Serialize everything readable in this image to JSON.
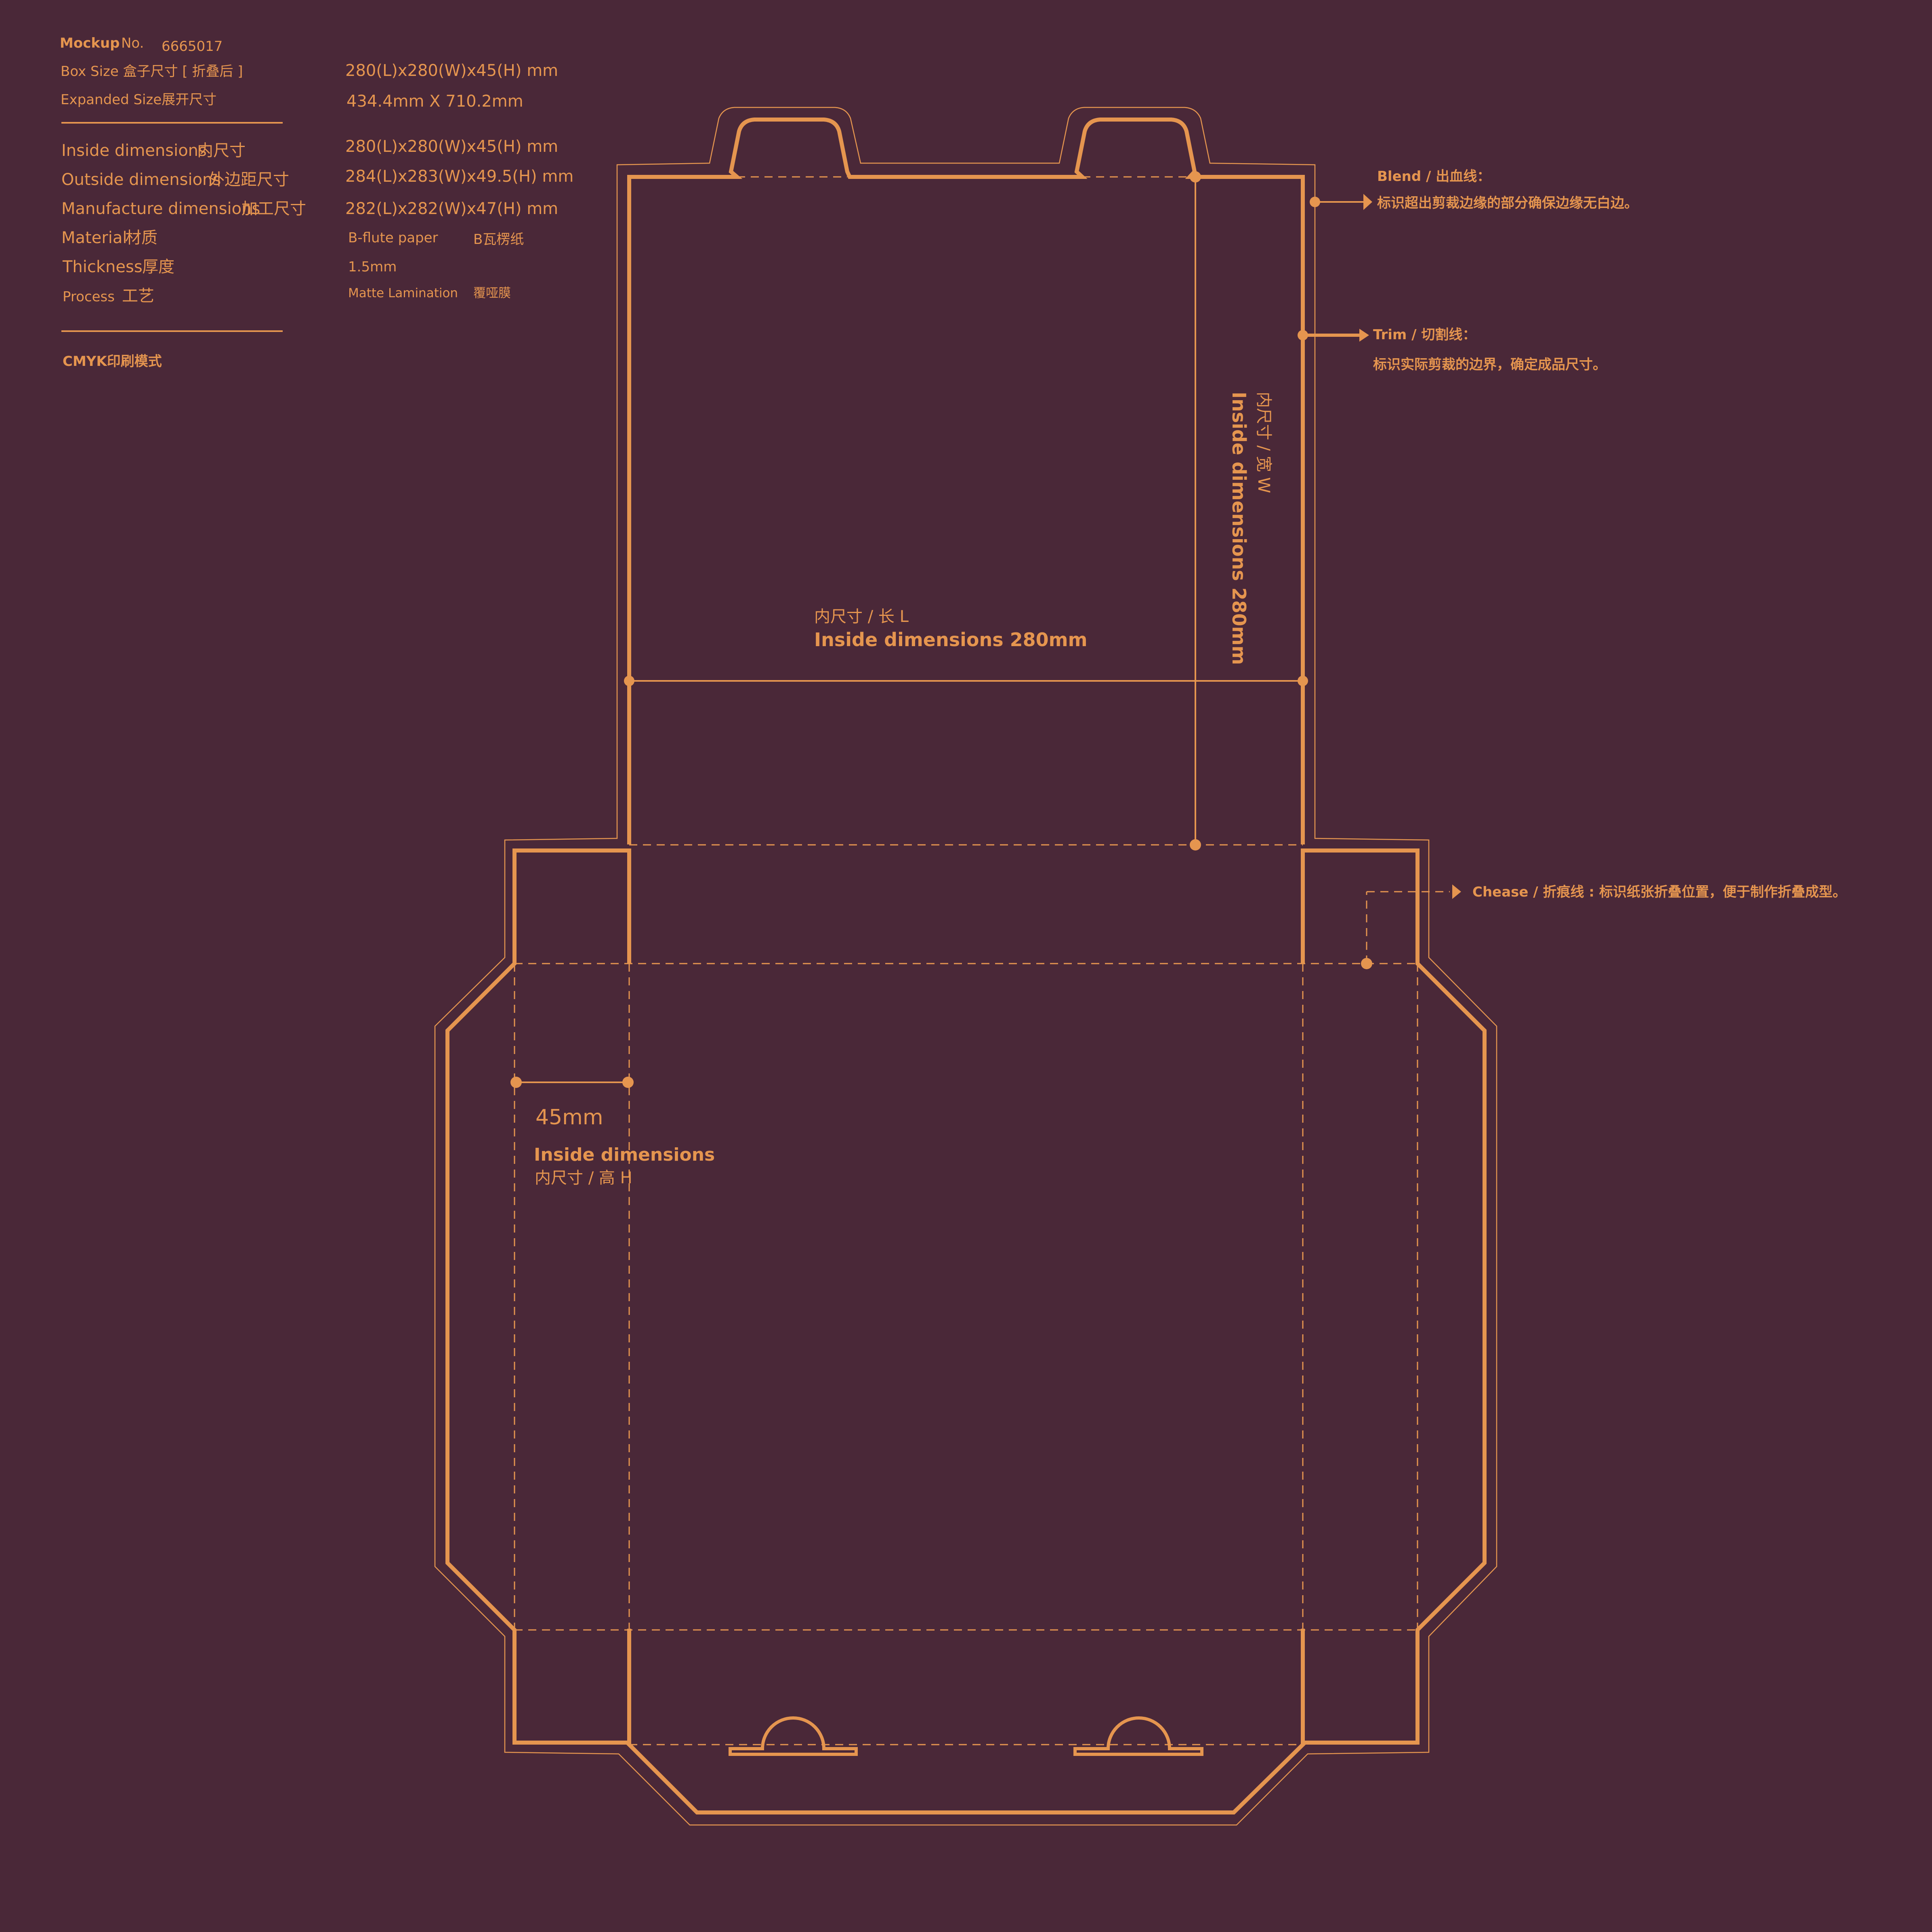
{
  "spec": {
    "mockup_label": "Mockup",
    "no_label": "No.",
    "mockup_no": "6665017",
    "box_size_label": "Box Size 盒子尺寸 [ 折叠后 ]",
    "box_size_value": "280(L)x280(W)x45(H) mm",
    "expanded_label": "Expanded Size展开尺寸",
    "expanded_value": "434.4mm X 710.2mm",
    "inside_label": "Inside dimensions",
    "inside_label_cn": "内尺寸",
    "inside_value": "280(L)x280(W)x45(H) mm",
    "outside_label": "Outside dimensions",
    "outside_label_cn": "外边距尺寸",
    "outside_value": "284(L)x283(W)x49.5(H) mm",
    "manufacture_label": "Manufacture dimensions",
    "manufacture_label_cn": "加工尺寸",
    "manufacture_value": "282(L)x282(W)x47(H) mm",
    "material_label": "Material",
    "material_label_cn": "材质",
    "material_value": "B-flute paper",
    "material_value_cn": "B瓦楞纸",
    "thickness_label": "Thickness",
    "thickness_label_cn": "厚度",
    "thickness_value": "1.5mm",
    "process_label": "Process",
    "process_label_cn": "工艺",
    "process_value": "Matte Lamination",
    "process_value_cn": "覆哑膜",
    "print_mode": "CMYK印刷模式"
  },
  "legend": {
    "blend_title": "Blend / 出血线：",
    "blend_desc": "标识超出剪裁边缘的部分确保边缘无白边。",
    "trim_title": "Trim / 切割线：",
    "trim_desc": "标识实际剪裁的边界，确定成品尺寸。",
    "crease_text": "Chease / 折痕线 : 标识纸张折叠位置，便于制作折叠成型。"
  },
  "dimensions": {
    "length_cn": "内尺寸 / 长 L",
    "length_en": "Inside  dimensions  280mm",
    "width_cn": "内尺寸 / 宽 W",
    "width_en": "Inside  dimensions  280mm",
    "height_value": "45mm",
    "height_en": "Inside  dimensions",
    "height_cn": "内尺寸 / 高 H"
  },
  "colors": {
    "background": "#4a2838",
    "line": "#e5954f"
  }
}
